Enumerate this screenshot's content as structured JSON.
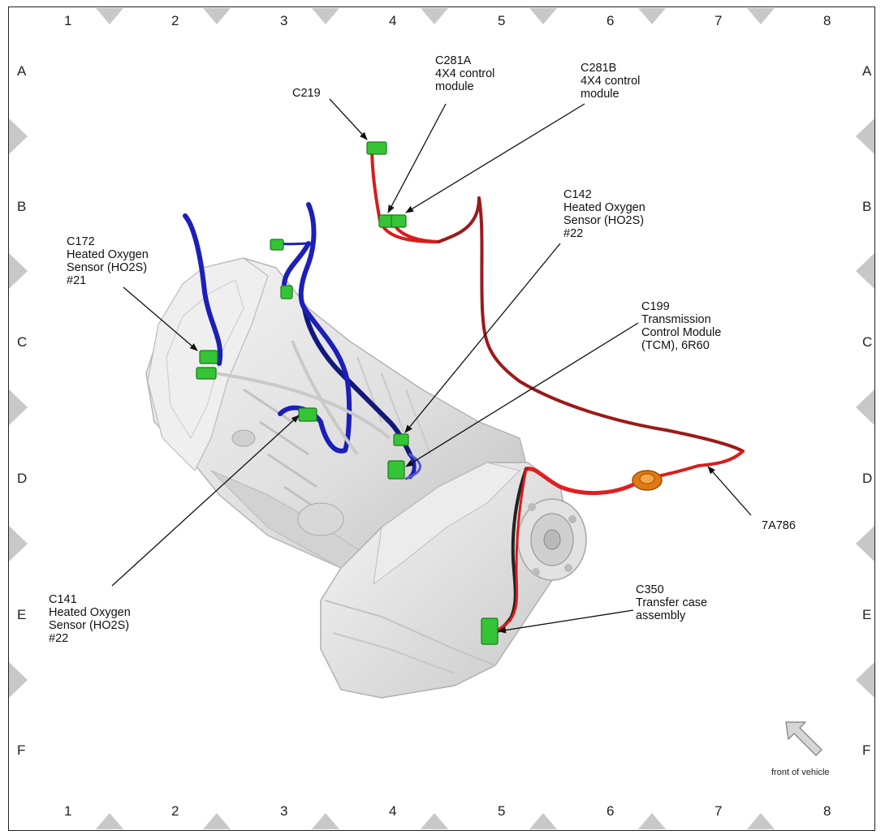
{
  "grid": {
    "columns": [
      "1",
      "2",
      "3",
      "4",
      "5",
      "6",
      "7",
      "8"
    ],
    "rows": [
      "A",
      "B",
      "C",
      "D",
      "E",
      "F"
    ]
  },
  "callouts": {
    "c219": {
      "id": "C219"
    },
    "c281a": {
      "id": "C281A",
      "line1": "4X4 control",
      "line2": "module"
    },
    "c281b": {
      "id": "C281B",
      "line1": "4X4 control",
      "line2": "module"
    },
    "c172": {
      "id": "C172",
      "line1": "Heated Oxygen",
      "line2": "Sensor (HO2S)",
      "line3": "#21"
    },
    "c142": {
      "id": "C142",
      "line1": "Heated Oxygen",
      "line2": "Sensor (HO2S)",
      "line3": "#22"
    },
    "c199": {
      "id": "C199",
      "line1": "Transmission",
      "line2": "Control Module",
      "line3": "(TCM), 6R60"
    },
    "part_7a786": {
      "id": "7A786"
    },
    "c141": {
      "id": "C141",
      "line1": "Heated Oxygen",
      "line2": "Sensor (HO2S)",
      "line3": "#22"
    },
    "c350": {
      "id": "C350",
      "line1": "Transfer case",
      "line2": "assembly"
    }
  },
  "orientation": {
    "label": "front of vehicle",
    "icon": "front-arrow-icon"
  },
  "colors": {
    "harness_blue": "#1c1fb8",
    "harness_dark_blue": "#111a7a",
    "harness_red": "#d81c1c",
    "harness_dark_red": "#7a1414",
    "connector_green": "#35c435",
    "grommet_orange": "#e07a10",
    "housing_gray": "#e6e6e6"
  }
}
